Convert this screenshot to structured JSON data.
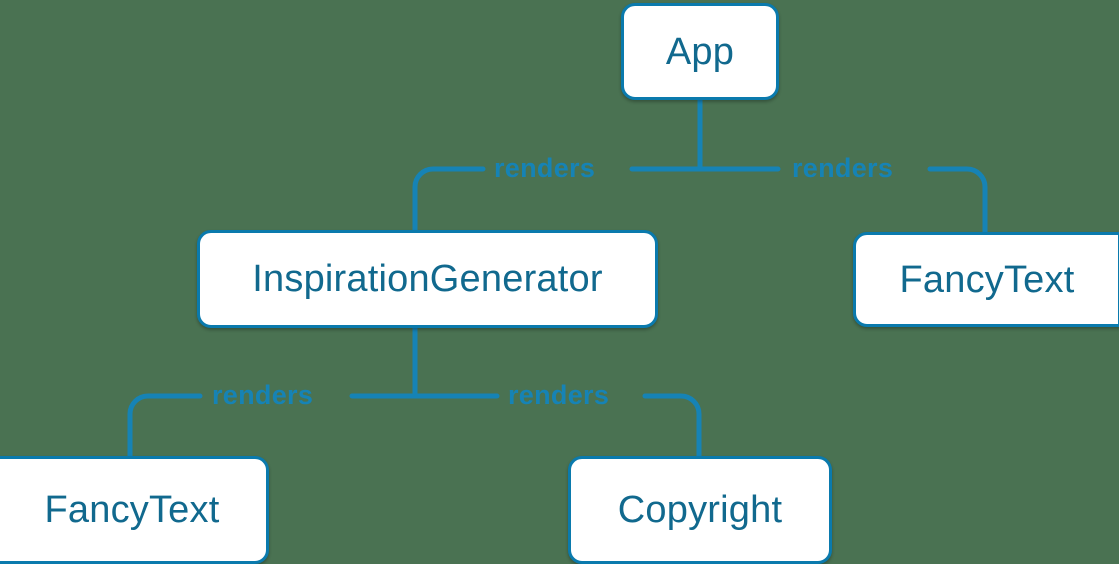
{
  "diagram": {
    "type": "component-tree",
    "title": "React component render tree",
    "background_color": "#4a7252",
    "node_fill_color": "#ffffff",
    "node_border_color": "#0a7aad",
    "node_text_color": "#11698e",
    "edge_color": "#1683b5",
    "edge_label_color": "#1683b5",
    "nodes": [
      {
        "id": "app",
        "label": "App"
      },
      {
        "id": "inspiration_generator",
        "label": "InspirationGenerator"
      },
      {
        "id": "fancytext_right",
        "label": "FancyText"
      },
      {
        "id": "fancytext_left",
        "label": "FancyText"
      },
      {
        "id": "copyright",
        "label": "Copyright"
      }
    ],
    "edges": [
      {
        "from": "app",
        "to": "inspiration_generator",
        "label": "renders"
      },
      {
        "from": "app",
        "to": "fancytext_right",
        "label": "renders"
      },
      {
        "from": "inspiration_generator",
        "to": "fancytext_left",
        "label": "renders"
      },
      {
        "from": "inspiration_generator",
        "to": "copyright",
        "label": "renders"
      }
    ]
  }
}
